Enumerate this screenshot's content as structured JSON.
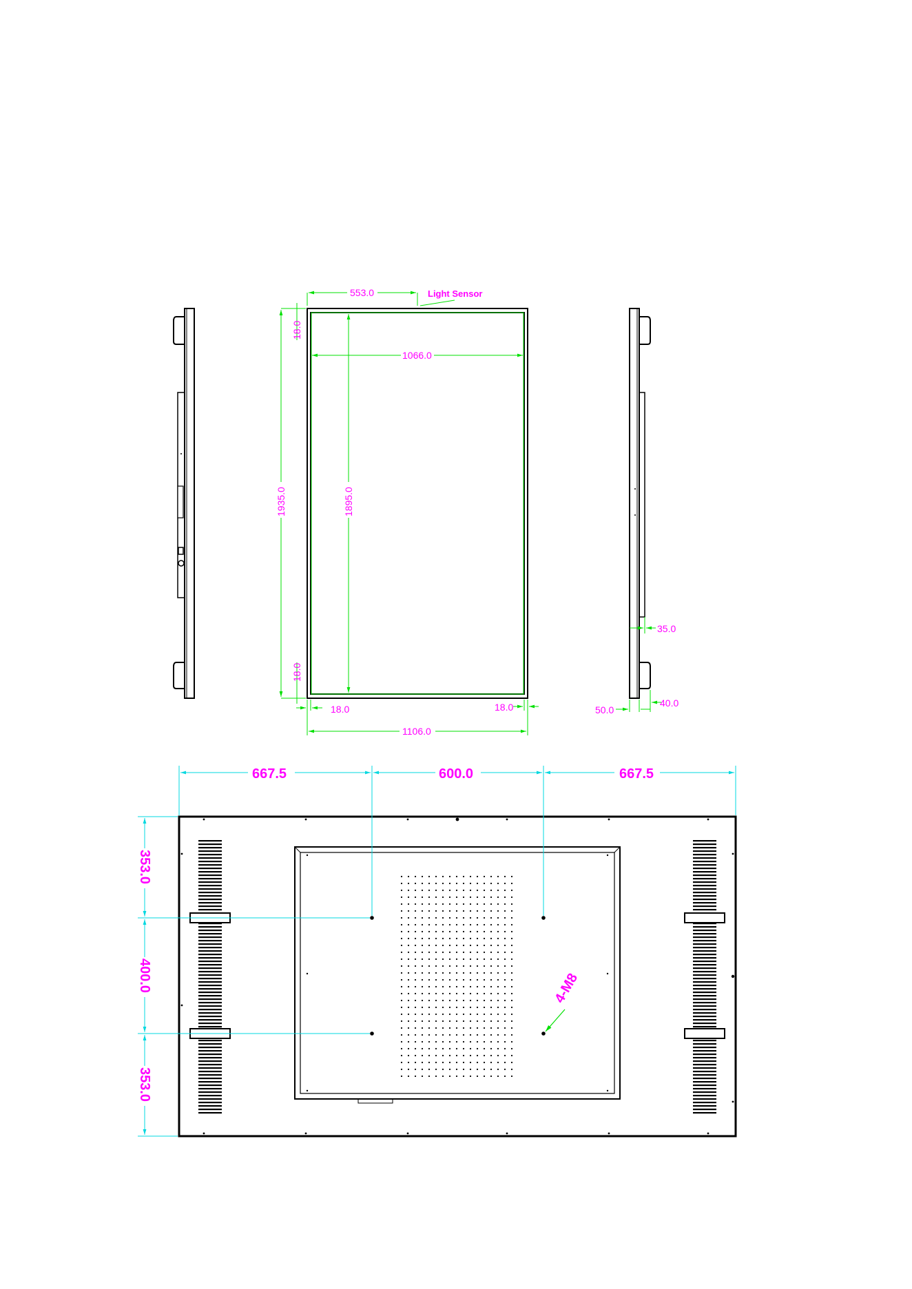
{
  "front_view": {
    "light_sensor_label": "Light Sensor",
    "dims": {
      "sensor_offset": "553.0",
      "active_width": "1066.0",
      "overall_height": "1935.0",
      "active_height": "1895.0",
      "top_bezel": "18.0",
      "bottom_bezel": "18.0",
      "left_bezel": "18.0",
      "right_bezel": "18.0",
      "overall_width": "1106.0"
    }
  },
  "side_view": {
    "dims": {
      "depth_35": "35.0",
      "depth_40": "40.0",
      "depth_50": "50.0"
    }
  },
  "rear_view": {
    "dims": {
      "left_margin": "667.5",
      "vesa_horizontal": "600.0",
      "right_margin": "667.5",
      "top_margin": "353.0",
      "vesa_vertical": "400.0",
      "bottom_margin": "353.0"
    },
    "screw_label": "4-M8"
  },
  "colors": {
    "dimension_text": "#ff00ff",
    "dimension_line_front": "#00e000",
    "dimension_line_rear": "#00d8e0",
    "outline": "#000000"
  }
}
